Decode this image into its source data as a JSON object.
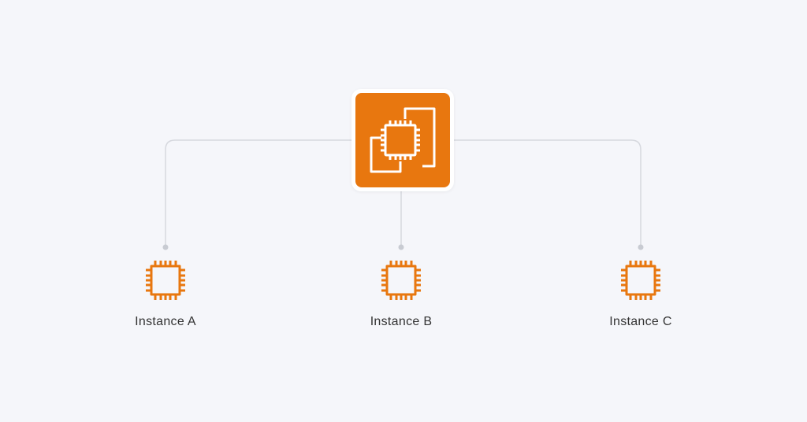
{
  "diagram": {
    "hub": {
      "icon": "ec2-instances-icon",
      "color": "#e8770f",
      "icon_color": "#ffffff"
    },
    "nodes": [
      {
        "label": "Instance A",
        "icon": "chip-icon"
      },
      {
        "label": "Instance B",
        "icon": "chip-icon"
      },
      {
        "label": "Instance C",
        "icon": "chip-icon"
      }
    ],
    "colors": {
      "background": "#f5f6fa",
      "connector": "#d6d8de",
      "chip": "#e8770f",
      "label": "#333333"
    }
  }
}
